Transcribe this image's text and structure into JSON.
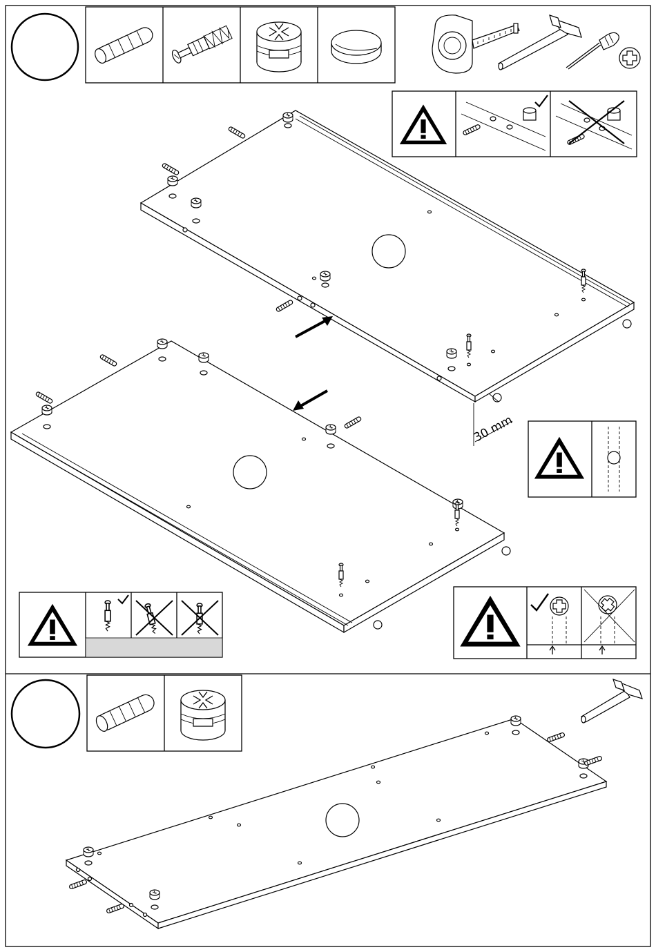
{
  "steps": [
    {
      "parts": [
        "wooden-dowel",
        "cam-bolt-screw",
        "cam-lock",
        "adhesive-pad"
      ],
      "tools": [
        "tape-measure",
        "hammer",
        "screwdriver",
        "phillips-head"
      ]
    },
    {
      "parts": [
        "wooden-dowel",
        "cam-lock"
      ],
      "tools": [
        "hammer"
      ]
    }
  ],
  "dimension_label": "30 mm",
  "warnings": [
    "dowel-insertion",
    "cam-hole-alignment",
    "screw-depth",
    "cam-orientation"
  ],
  "colors": {
    "line": "#000000",
    "background": "#ffffff",
    "floor_hatch": "#d8d8d8"
  }
}
